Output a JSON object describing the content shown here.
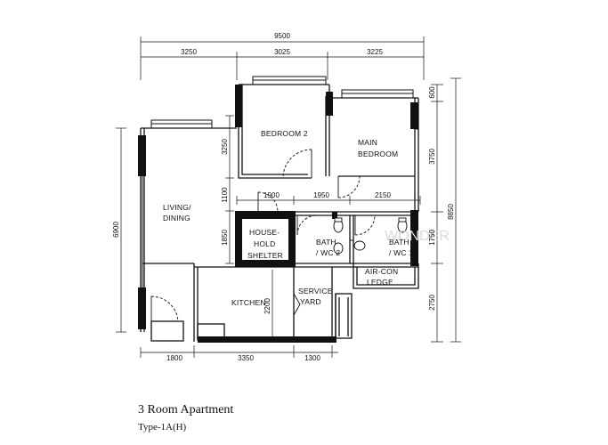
{
  "title": "3 Room Apartment",
  "subtitle": "Type-1A(H)",
  "watermark": "WONDER",
  "dimensions": {
    "overall_width": "9500",
    "top": [
      "3250",
      "3025",
      "3225"
    ],
    "right": [
      "600",
      "3750",
      "1750",
      "2750"
    ],
    "right_total": "8850",
    "left_total": "6900",
    "inner_vertical": [
      "3250",
      "1100",
      "1850"
    ],
    "inner_horizontal": [
      "1900",
      "1950",
      "2150"
    ],
    "kitchen_vertical": "2200",
    "bottom": [
      "1800",
      "3350",
      "1300"
    ]
  },
  "rooms": {
    "bedroom2": "BEDROOM 2",
    "main_bedroom": [
      "MAIN",
      "BEDROOM"
    ],
    "living_dining": [
      "LIVING/",
      "DINING"
    ],
    "household_shelter": [
      "HOUSE-",
      "HOLD",
      "SHELTER"
    ],
    "bath_wc2": [
      "BATH",
      "/ WC 2"
    ],
    "bath_wc1": [
      "BATH",
      "/ WC 1"
    ],
    "aircon_ledge": [
      "AIR-CON",
      "LEDGE"
    ],
    "kitchen": "KITCHEN",
    "service_yard": [
      "SERVICE",
      "YARD"
    ]
  }
}
